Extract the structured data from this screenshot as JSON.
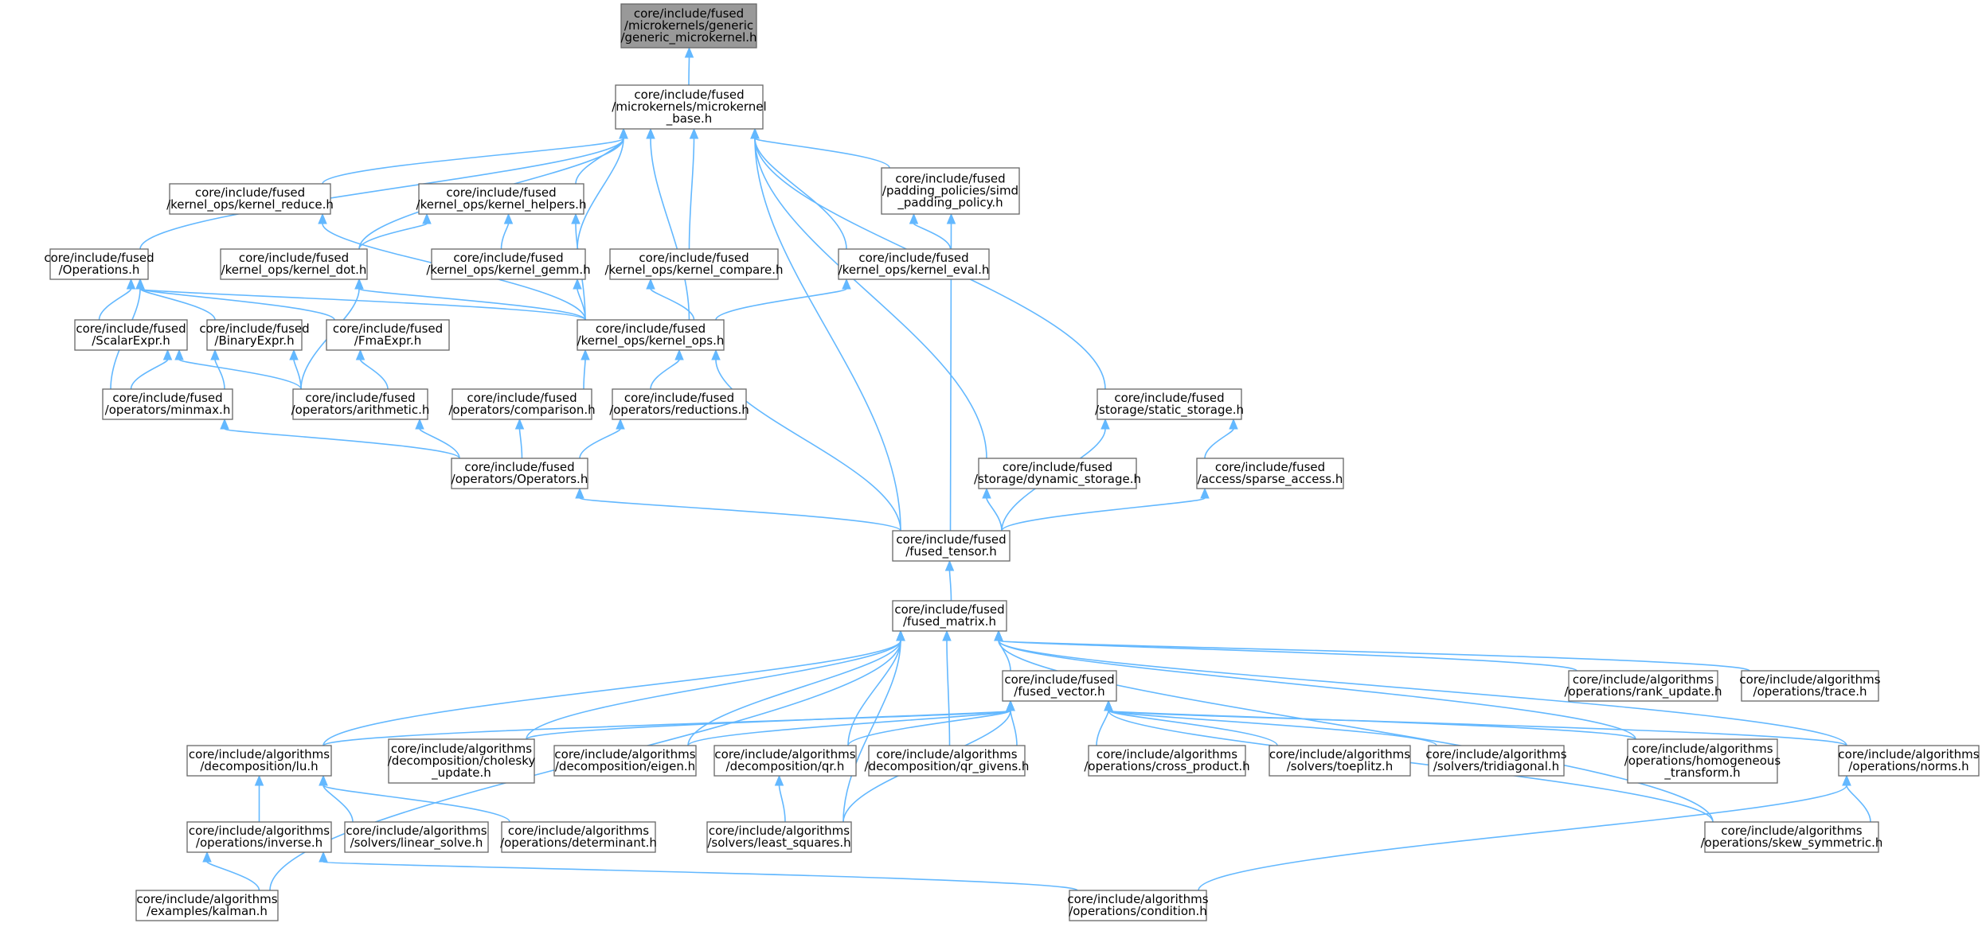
{
  "nodes": {
    "generic_microkernel": {
      "lines": [
        "core/include/fused",
        "/microkernels/generic",
        "/generic_microkernel.h"
      ],
      "root": true
    },
    "microkernel_base": {
      "lines": [
        "core/include/fused",
        "/microkernels/microkernel",
        "_base.h"
      ]
    },
    "kernel_reduce": {
      "lines": [
        "core/include/fused",
        "/kernel_ops/kernel_reduce.h"
      ]
    },
    "kernel_helpers": {
      "lines": [
        "core/include/fused",
        "/kernel_ops/kernel_helpers.h"
      ]
    },
    "simd_padding": {
      "lines": [
        "core/include/fused",
        "/padding_policies/simd",
        "_padding_policy.h"
      ]
    },
    "operations_h": {
      "lines": [
        "core/include/fused",
        "/Operations.h"
      ]
    },
    "kernel_dot": {
      "lines": [
        "core/include/fused",
        "/kernel_ops/kernel_dot.h"
      ]
    },
    "kernel_gemm": {
      "lines": [
        "core/include/fused",
        "/kernel_ops/kernel_gemm.h"
      ]
    },
    "kernel_compare": {
      "lines": [
        "core/include/fused",
        "/kernel_ops/kernel_compare.h"
      ]
    },
    "kernel_eval": {
      "lines": [
        "core/include/fused",
        "/kernel_ops/kernel_eval.h"
      ]
    },
    "scalar_expr": {
      "lines": [
        "core/include/fused",
        "/ScalarExpr.h"
      ]
    },
    "binary_expr": {
      "lines": [
        "core/include/fused",
        "/BinaryExpr.h"
      ]
    },
    "fma_expr": {
      "lines": [
        "core/include/fused",
        "/FmaExpr.h"
      ]
    },
    "kernel_ops": {
      "lines": [
        "core/include/fused",
        "/kernel_ops/kernel_ops.h"
      ]
    },
    "minmax": {
      "lines": [
        "core/include/fused",
        "/operators/minmax.h"
      ]
    },
    "arithmetic": {
      "lines": [
        "core/include/fused",
        "/operators/arithmetic.h"
      ]
    },
    "comparison": {
      "lines": [
        "core/include/fused",
        "/operators/comparison.h"
      ]
    },
    "reductions": {
      "lines": [
        "core/include/fused",
        "/operators/reductions.h"
      ]
    },
    "static_storage": {
      "lines": [
        "core/include/fused",
        "/storage/static_storage.h"
      ]
    },
    "operators_h": {
      "lines": [
        "core/include/fused",
        "/operators/Operators.h"
      ]
    },
    "dynamic_storage": {
      "lines": [
        "core/include/fused",
        "/storage/dynamic_storage.h"
      ]
    },
    "sparse_access": {
      "lines": [
        "core/include/fused",
        "/access/sparse_access.h"
      ]
    },
    "fused_tensor": {
      "lines": [
        "core/include/fused",
        "/fused_tensor.h"
      ]
    },
    "fused_matrix": {
      "lines": [
        "core/include/fused",
        "/fused_matrix.h"
      ]
    },
    "fused_vector": {
      "lines": [
        "core/include/fused",
        "/fused_vector.h"
      ]
    },
    "rank_update": {
      "lines": [
        "core/include/algorithms",
        "/operations/rank_update.h"
      ]
    },
    "trace": {
      "lines": [
        "core/include/algorithms",
        "/operations/trace.h"
      ]
    },
    "lu": {
      "lines": [
        "core/include/algorithms",
        "/decomposition/lu.h"
      ]
    },
    "cholesky": {
      "lines": [
        "core/include/algorithms",
        "/decomposition/cholesky",
        "_update.h"
      ]
    },
    "eigen": {
      "lines": [
        "core/include/algorithms",
        "/decomposition/eigen.h"
      ]
    },
    "qr": {
      "lines": [
        "core/include/algorithms",
        "/decomposition/qr.h"
      ]
    },
    "qr_givens": {
      "lines": [
        "core/include/algorithms",
        "/decomposition/qr_givens.h"
      ]
    },
    "cross_product": {
      "lines": [
        "core/include/algorithms",
        "/operations/cross_product.h"
      ]
    },
    "toeplitz": {
      "lines": [
        "core/include/algorithms",
        "/solvers/toeplitz.h"
      ]
    },
    "tridiagonal": {
      "lines": [
        "core/include/algorithms",
        "/solvers/tridiagonal.h"
      ]
    },
    "homogeneous": {
      "lines": [
        "core/include/algorithms",
        "/operations/homogeneous",
        "_transform.h"
      ]
    },
    "norms": {
      "lines": [
        "core/include/algorithms",
        "/operations/norms.h"
      ]
    },
    "inverse": {
      "lines": [
        "core/include/algorithms",
        "/operations/inverse.h"
      ]
    },
    "linear_solve": {
      "lines": [
        "core/include/algorithms",
        "/solvers/linear_solve.h"
      ]
    },
    "determinant": {
      "lines": [
        "core/include/algorithms",
        "/operations/determinant.h"
      ]
    },
    "least_squares": {
      "lines": [
        "core/include/algorithms",
        "/solvers/least_squares.h"
      ]
    },
    "skew_symmetric": {
      "lines": [
        "core/include/algorithms",
        "/operations/skew_symmetric.h"
      ]
    },
    "kalman": {
      "lines": [
        "core/include/algorithms",
        "/examples/kalman.h"
      ]
    },
    "condition": {
      "lines": [
        "core/include/algorithms",
        "/operations/condition.h"
      ]
    }
  },
  "edges": [
    [
      "microkernel_base",
      "generic_microkernel"
    ],
    [
      "kernel_reduce",
      "microkernel_base"
    ],
    [
      "kernel_helpers",
      "microkernel_base"
    ],
    [
      "simd_padding",
      "microkernel_base"
    ],
    [
      "operations_h",
      "microkernel_base"
    ],
    [
      "kernel_dot",
      "microkernel_base"
    ],
    [
      "kernel_gemm",
      "microkernel_base"
    ],
    [
      "kernel_compare",
      "microkernel_base"
    ],
    [
      "kernel_eval",
      "microkernel_base"
    ],
    [
      "kernel_ops",
      "microkernel_base"
    ],
    [
      "static_storage",
      "microkernel_base"
    ],
    [
      "dynamic_storage",
      "microkernel_base"
    ],
    [
      "fused_tensor",
      "microkernel_base"
    ],
    [
      "kernel_dot",
      "kernel_helpers"
    ],
    [
      "kernel_gemm",
      "kernel_helpers"
    ],
    [
      "kernel_ops",
      "kernel_helpers"
    ],
    [
      "kernel_eval",
      "simd_padding"
    ],
    [
      "fused_tensor",
      "simd_padding"
    ],
    [
      "kernel_ops",
      "kernel_reduce"
    ],
    [
      "kernel_ops",
      "kernel_dot"
    ],
    [
      "kernel_ops",
      "kernel_gemm"
    ],
    [
      "kernel_ops",
      "kernel_compare"
    ],
    [
      "kernel_ops",
      "kernel_eval"
    ],
    [
      "arithmetic",
      "kernel_dot"
    ],
    [
      "scalar_expr",
      "operations_h"
    ],
    [
      "binary_expr",
      "operations_h"
    ],
    [
      "fma_expr",
      "operations_h"
    ],
    [
      "minmax",
      "operations_h"
    ],
    [
      "kernel_ops",
      "operations_h"
    ],
    [
      "minmax",
      "scalar_expr"
    ],
    [
      "arithmetic",
      "scalar_expr"
    ],
    [
      "minmax",
      "binary_expr"
    ],
    [
      "arithmetic",
      "binary_expr"
    ],
    [
      "arithmetic",
      "fma_expr"
    ],
    [
      "comparison",
      "kernel_ops"
    ],
    [
      "reductions",
      "kernel_ops"
    ],
    [
      "fused_tensor",
      "kernel_ops"
    ],
    [
      "operators_h",
      "minmax"
    ],
    [
      "operators_h",
      "arithmetic"
    ],
    [
      "operators_h",
      "comparison"
    ],
    [
      "operators_h",
      "reductions"
    ],
    [
      "fused_tensor",
      "operators_h"
    ],
    [
      "sparse_access",
      "static_storage"
    ],
    [
      "fused_tensor",
      "static_storage"
    ],
    [
      "fused_tensor",
      "dynamic_storage"
    ],
    [
      "fused_tensor",
      "sparse_access"
    ],
    [
      "fused_matrix",
      "fused_tensor"
    ],
    [
      "fused_vector",
      "fused_matrix"
    ],
    [
      "rank_update",
      "fused_matrix"
    ],
    [
      "trace",
      "fused_matrix"
    ],
    [
      "lu",
      "fused_matrix"
    ],
    [
      "cholesky",
      "fused_matrix"
    ],
    [
      "eigen",
      "fused_matrix"
    ],
    [
      "qr",
      "fused_matrix"
    ],
    [
      "qr_givens",
      "fused_matrix"
    ],
    [
      "homogeneous",
      "fused_matrix"
    ],
    [
      "norms",
      "fused_matrix"
    ],
    [
      "least_squares",
      "fused_matrix"
    ],
    [
      "skew_symmetric",
      "fused_matrix"
    ],
    [
      "kalman",
      "fused_matrix"
    ],
    [
      "lu",
      "fused_vector"
    ],
    [
      "cholesky",
      "fused_vector"
    ],
    [
      "eigen",
      "fused_vector"
    ],
    [
      "qr",
      "fused_vector"
    ],
    [
      "qr_givens",
      "fused_vector"
    ],
    [
      "cross_product",
      "fused_vector"
    ],
    [
      "toeplitz",
      "fused_vector"
    ],
    [
      "tridiagonal",
      "fused_vector"
    ],
    [
      "homogeneous",
      "fused_vector"
    ],
    [
      "norms",
      "fused_vector"
    ],
    [
      "least_squares",
      "fused_vector"
    ],
    [
      "skew_symmetric",
      "fused_vector"
    ],
    [
      "inverse",
      "lu"
    ],
    [
      "linear_solve",
      "lu"
    ],
    [
      "determinant",
      "lu"
    ],
    [
      "least_squares",
      "qr"
    ],
    [
      "skew_symmetric",
      "norms"
    ],
    [
      "condition",
      "norms"
    ],
    [
      "kalman",
      "inverse"
    ],
    [
      "condition",
      "inverse"
    ]
  ],
  "colors": {
    "edge": "#63b8ff",
    "root_fill": "#999999",
    "node_fill": "#ffffff",
    "border": "#666666"
  }
}
